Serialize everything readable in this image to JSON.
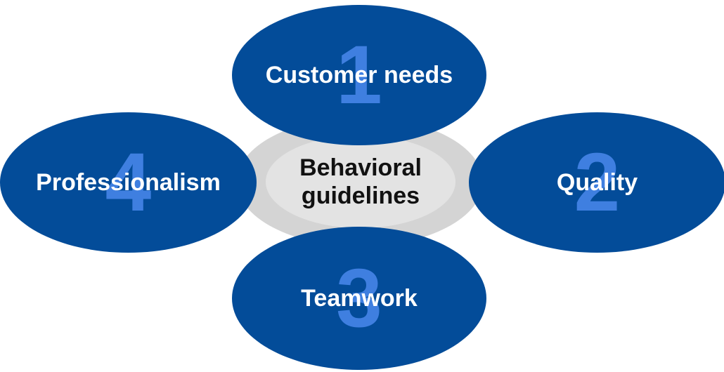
{
  "center": {
    "label": "Behavioral\nguidelines"
  },
  "items": [
    {
      "number": "1",
      "label": "Customer needs"
    },
    {
      "number": "2",
      "label": "Quality"
    },
    {
      "number": "3",
      "label": "Teamwork"
    },
    {
      "number": "4",
      "label": "Professionalism"
    }
  ],
  "colors": {
    "petal": "#034c99",
    "number": "#3f7fe0",
    "center_outer": "#d4d4d4",
    "center_inner": "#e3e3e3"
  }
}
